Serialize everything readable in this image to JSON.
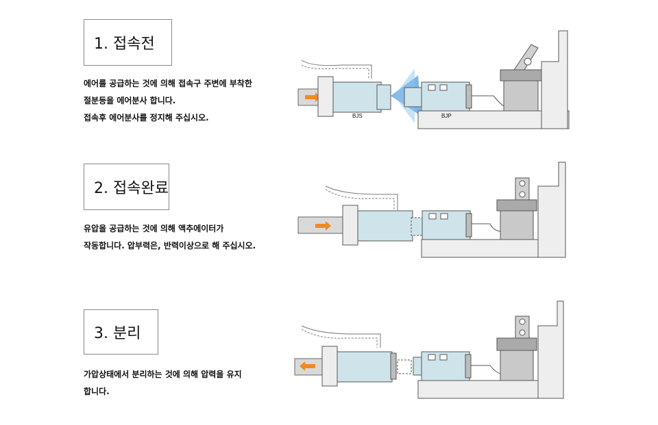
{
  "steps": [
    {
      "title": "1. 접속전",
      "lines": [
        "에어를 공급하는 것에 의해 접속구 주변에 부착한",
        "절분등을 에어분사 합니다.",
        "접속후 에어분사를 정지해 주십시오."
      ],
      "labels": [
        "BJS",
        "BJP"
      ]
    },
    {
      "title": "2. 접속완료",
      "lines": [
        "유압을 공급하는 것에 의해 액추에이터가",
        "작동합니다. 압부력은, 반력이상으로 해 주십시오."
      ]
    },
    {
      "title": "3. 분리",
      "lines": [
        "가압상태에서 분리하는 것에 의해 압력을 유지",
        "합니다."
      ]
    }
  ],
  "colors": {
    "coupler": "#cfe3ea",
    "machine": "#c9c9c9",
    "arrow": "#f08a24",
    "spray": "#3a8fd8"
  }
}
